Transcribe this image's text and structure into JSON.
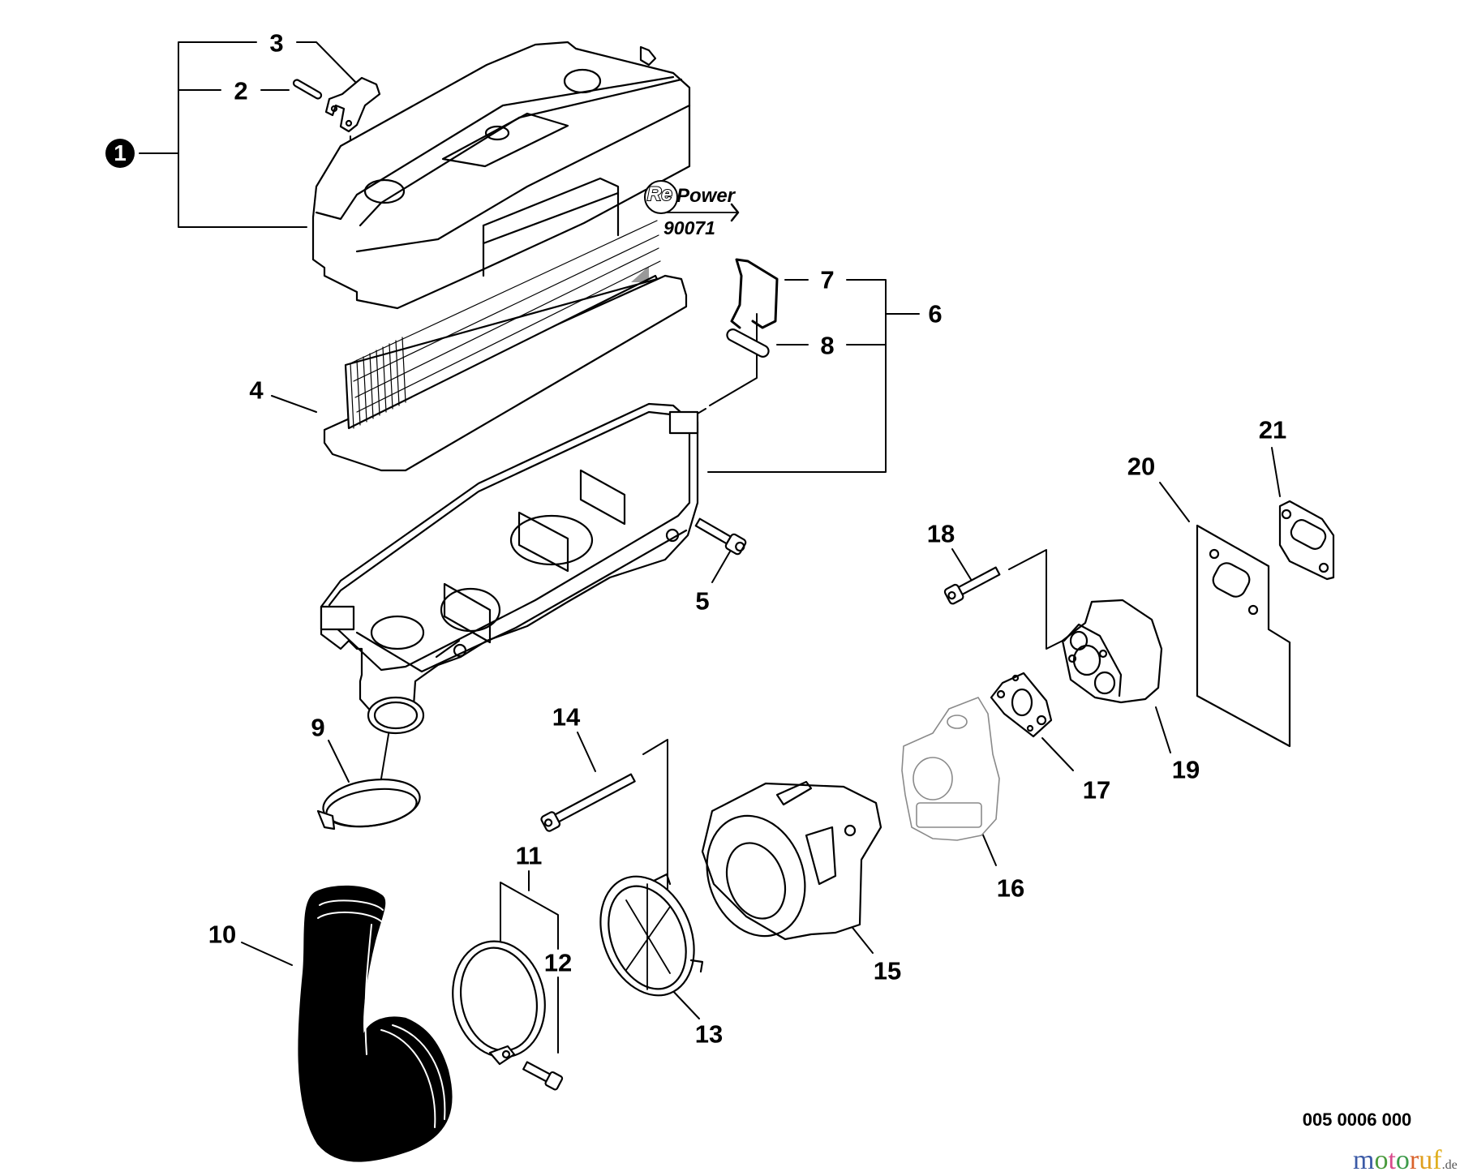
{
  "diagram": {
    "type": "exploded-parts-diagram",
    "subject": "Air cleaner and carburetor assembly",
    "callouts": [
      {
        "id": "1",
        "label": "1",
        "style": "filled-circle"
      },
      {
        "id": "2",
        "label": "2"
      },
      {
        "id": "3",
        "label": "3"
      },
      {
        "id": "4",
        "label": "4"
      },
      {
        "id": "5",
        "label": "5"
      },
      {
        "id": "6",
        "label": "6"
      },
      {
        "id": "7",
        "label": "7"
      },
      {
        "id": "8",
        "label": "8"
      },
      {
        "id": "9",
        "label": "9"
      },
      {
        "id": "10",
        "label": "10"
      },
      {
        "id": "11",
        "label": "11"
      },
      {
        "id": "12",
        "label": "12"
      },
      {
        "id": "13",
        "label": "13"
      },
      {
        "id": "14",
        "label": "14"
      },
      {
        "id": "15",
        "label": "15"
      },
      {
        "id": "16",
        "label": "16"
      },
      {
        "id": "17",
        "label": "17"
      },
      {
        "id": "18",
        "label": "18"
      },
      {
        "id": "19",
        "label": "19"
      },
      {
        "id": "20",
        "label": "20"
      },
      {
        "id": "21",
        "label": "21"
      }
    ],
    "parts": [
      {
        "ref": "1",
        "name": "air-cleaner-cover-assembly"
      },
      {
        "ref": "2",
        "name": "pin"
      },
      {
        "ref": "3",
        "name": "latch"
      },
      {
        "ref": "4",
        "name": "air-filter-element"
      },
      {
        "ref": "5",
        "name": "bolt"
      },
      {
        "ref": "6",
        "name": "air-cleaner-case-assembly"
      },
      {
        "ref": "7",
        "name": "wire-clip"
      },
      {
        "ref": "8",
        "name": "grommet"
      },
      {
        "ref": "9",
        "name": "hose-clamp"
      },
      {
        "ref": "10",
        "name": "intake-pipe"
      },
      {
        "ref": "11",
        "name": "band-clamp"
      },
      {
        "ref": "12",
        "name": "screw"
      },
      {
        "ref": "13",
        "name": "intake-plate"
      },
      {
        "ref": "14",
        "name": "long-bolt"
      },
      {
        "ref": "15",
        "name": "carburetor-cover"
      },
      {
        "ref": "16",
        "name": "carburetor"
      },
      {
        "ref": "17",
        "name": "carburetor-gasket"
      },
      {
        "ref": "18",
        "name": "bolt"
      },
      {
        "ref": "19",
        "name": "insulator"
      },
      {
        "ref": "20",
        "name": "heat-shield-plate"
      },
      {
        "ref": "21",
        "name": "gasket"
      }
    ]
  },
  "repower": {
    "badge": "Re",
    "brand": "Power",
    "code": "90071"
  },
  "doc_number": "005 0006 000",
  "watermark": {
    "letters": [
      {
        "ch": "m",
        "color": "#3b5aa6"
      },
      {
        "ch": "o",
        "color": "#4a9a3c"
      },
      {
        "ch": "t",
        "color": "#d94a8c"
      },
      {
        "ch": "o",
        "color": "#3c9a4a"
      },
      {
        "ch": "r",
        "color": "#d9622b"
      },
      {
        "ch": "u",
        "color": "#e0a020"
      },
      {
        "ch": "f",
        "color": "#e0b020"
      }
    ],
    "tld": ".de"
  }
}
